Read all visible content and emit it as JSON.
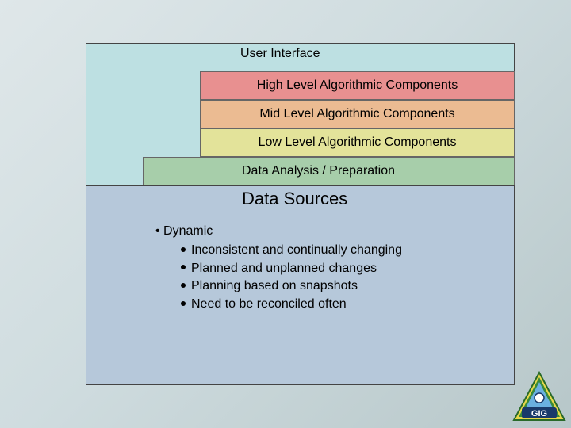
{
  "layers": {
    "user_interface": "User Interface",
    "high_level": "High Level Algorithmic Components",
    "mid_level": "Mid Level Algorithmic Components",
    "low_level": "Low Level Algorithmic Components",
    "data_analysis": "Data Analysis / Preparation",
    "data_sources": "Data Sources"
  },
  "bullets": {
    "main": "Dynamic",
    "items": [
      "Inconsistent and continually changing",
      "Planned and unplanned changes",
      "Planning based on snapshots",
      "Need to be reconciled often"
    ]
  },
  "logo": {
    "text": "GIG",
    "icon": "organization-logo"
  },
  "colors": {
    "user_interface": "#bde0e2",
    "high_level": "#e89090",
    "mid_level": "#ebbb92",
    "low_level": "#e3e39a",
    "data_analysis": "#a7ceaa",
    "data_sources": "#b6c8da"
  }
}
